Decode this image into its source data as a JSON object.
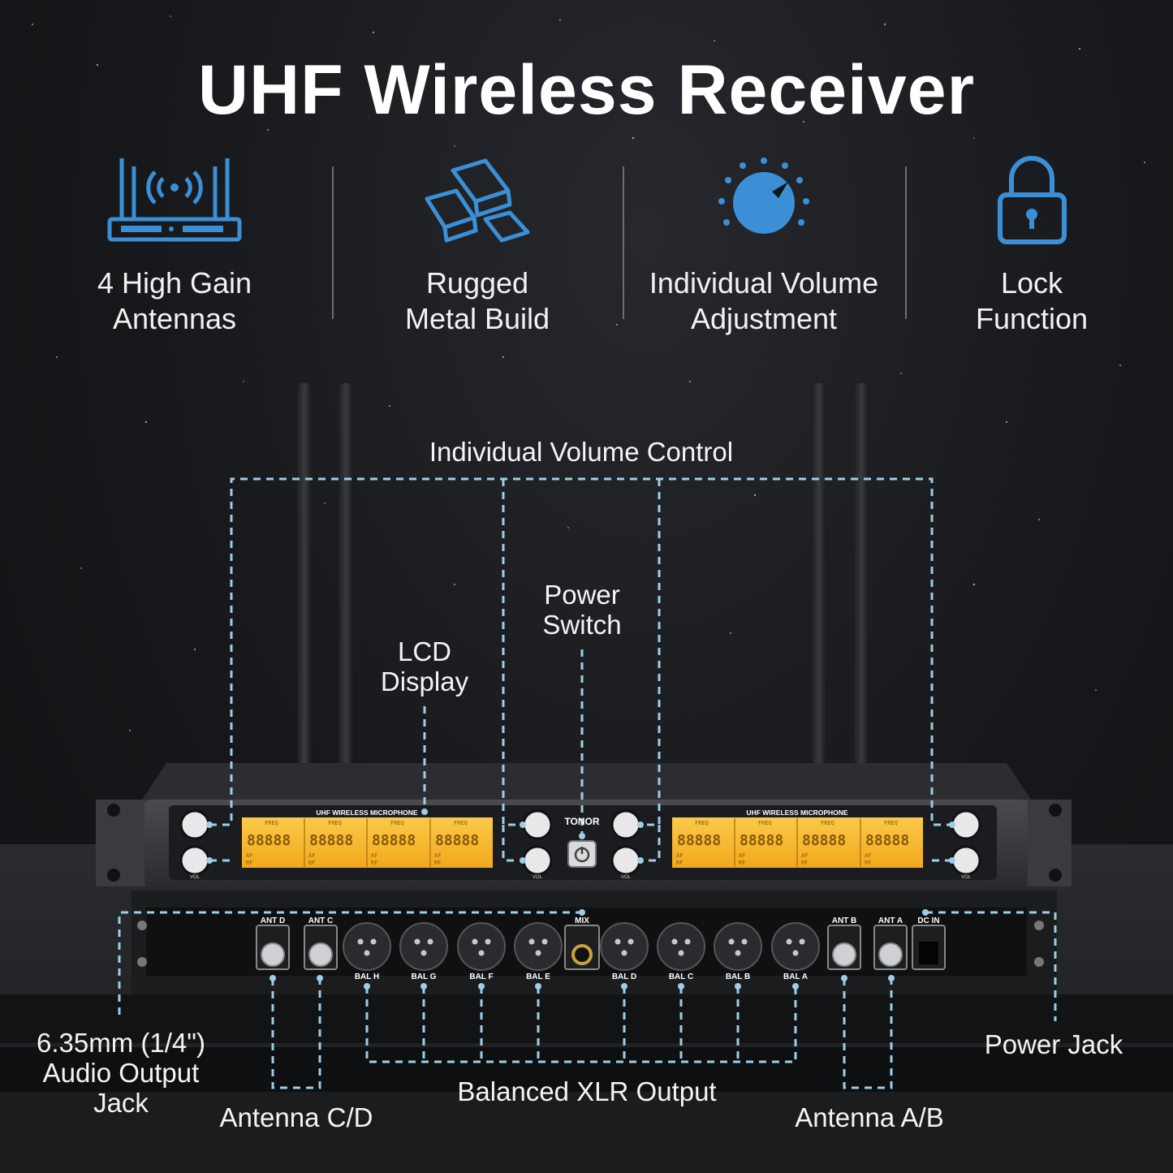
{
  "title": "UHF Wireless Receiver",
  "features": [
    {
      "icon": "antenna-router-icon",
      "label": "4 High Gain\nAntennas"
    },
    {
      "icon": "metal-bars-icon",
      "label": "Rugged\nMetal Build"
    },
    {
      "icon": "volume-knob-icon",
      "label": "Individual Volume\nAdjustment"
    },
    {
      "icon": "lock-icon",
      "label": "Lock\nFunction"
    }
  ],
  "callouts": {
    "volume_control": "Individual Volume Control",
    "power_switch": "Power\nSwitch",
    "lcd_display": "LCD\nDisplay",
    "audio_output": "6.35mm (1/4\")\nAudio Output\nJack",
    "antenna_cd": "Antenna C/D",
    "balanced_xlr": "Balanced XLR Output",
    "antenna_ab": "Antenna A/B",
    "power_jack": "Power Jack"
  },
  "device": {
    "brand": "TONOR",
    "lcd_heading": "UHF WIRELESS MICROPHONE",
    "lcd_channel_label": "FREQ",
    "lcd_digits": "88888",
    "lcd_af": "AF",
    "lcd_rf": "RF",
    "knob_label": "VOL",
    "rear_ports": {
      "ant_d": "ANT D",
      "ant_c": "ANT C",
      "mix": "MIX",
      "ant_b": "ANT B",
      "ant_a": "ANT A",
      "dc_in": "DC IN",
      "xlr": [
        "BAL H",
        "BAL G",
        "BAL F",
        "BAL E",
        "BAL D",
        "BAL C",
        "BAL B",
        "BAL A"
      ]
    }
  },
  "colors": {
    "accent_blue": "#3b8fd6",
    "callout_dash": "#9fcde8",
    "lcd_amber": "#f6b52b"
  }
}
